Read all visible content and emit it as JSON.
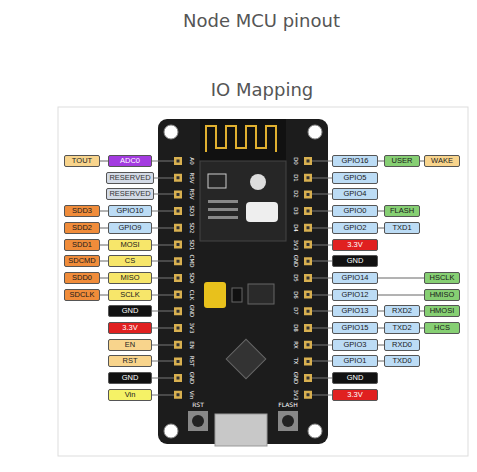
{
  "diagram": {
    "title": "Node MCU pinout",
    "nodes": [
      {
        "text": [
          "TOUT"
        ]
      },
      {
        "text": [
          "ADC0"
        ]
      },
      {
        "text": [
          "RESERVED"
        ]
      },
      {
        "text": [
          "RESERVED"
        ]
      },
      {
        "text": [
          "SDD3"
        ]
      },
      {
        "text": [
          "GPIO10"
        ]
      },
      {
        "text": [
          "SDD2"
        ]
      },
      {
        "text": [
          "GPIO9"
        ]
      },
      {
        "text": [
          "SDD1"
        ]
      },
      {
        "text": [
          "MOSI"
        ]
      },
      {
        "text": [
          "SDCMD"
        ]
      },
      {
        "text": [
          "CS"
        ]
      },
      {
        "text": [
          "SDD0"
        ]
      },
      {
        "text": [
          "MISO"
        ]
      },
      {
        "text": [
          "SDCLK"
        ]
      },
      {
        "text": [
          "SCLK"
        ]
      },
      {
        "text": [
          "GND"
        ]
      },
      {
        "text": [
          "3.3V"
        ]
      },
      {
        "text": [
          "EN"
        ]
      },
      {
        "text": [
          "RST"
        ]
      },
      {
        "text": [
          "GND"
        ]
      },
      {
        "text": [
          "Vin"
        ]
      },
      {
        "text": [
          "GPIO16"
        ]
      },
      {
        "text": [
          "USER"
        ]
      },
      {
        "text": [
          "WAKE"
        ]
      },
      {
        "text": [
          "GPIO5"
        ]
      },
      {
        "text": [
          "GPIO4"
        ]
      },
      {
        "text": [
          "GPIO0"
        ]
      },
      {
        "text": [
          "FLASH"
        ]
      },
      {
        "text": [
          "GPIO2"
        ]
      },
      {
        "text": [
          "TXD1"
        ]
      },
      {
        "text": [
          "3.3V"
        ]
      },
      {
        "text": [
          "GND"
        ]
      },
      {
        "text": [
          "GPIO14"
        ]
      },
      {
        "text": [
          "HSCLK"
        ]
      },
      {
        "text": [
          "GPIO12"
        ]
      },
      {
        "text": [
          "HMISO"
        ]
      },
      {
        "text": [
          "GPIO13"
        ]
      },
      {
        "text": [
          "RXD2"
        ]
      },
      {
        "text": [
          "HMOSI"
        ]
      },
      {
        "text": [
          "GPIO15"
        ]
      },
      {
        "text": [
          "TXD2"
        ]
      },
      {
        "text": [
          "HCS"
        ]
      },
      {
        "text": [
          "GPIO3"
        ]
      },
      {
        "text": [
          "RXD0"
        ]
      },
      {
        "text": [
          "GPIO1"
        ]
      },
      {
        "text": [
          "TXD0"
        ]
      },
      {
        "text": [
          "GND"
        ]
      },
      {
        "text": [
          "3.3V"
        ]
      }
    ],
    "edges": [
      {
        "from": 0,
        "to": 1,
        "arrow": "none"
      },
      {
        "from": 4,
        "to": 5,
        "arrow": "none"
      },
      {
        "from": 6,
        "to": 7,
        "arrow": "none"
      },
      {
        "from": 8,
        "to": 9,
        "arrow": "none"
      },
      {
        "from": 10,
        "to": 11,
        "arrow": "none"
      },
      {
        "from": 12,
        "to": 13,
        "arrow": "none"
      },
      {
        "from": 14,
        "to": 15,
        "arrow": "none"
      },
      {
        "from": 22,
        "to": 23,
        "arrow": "none"
      },
      {
        "from": 23,
        "to": 24,
        "arrow": "none"
      },
      {
        "from": 27,
        "to": 28,
        "arrow": "none"
      },
      {
        "from": 29,
        "to": 30,
        "arrow": "none"
      },
      {
        "from": 33,
        "to": 34,
        "arrow": "none"
      },
      {
        "from": 35,
        "to": 36,
        "arrow": "none"
      },
      {
        "from": 37,
        "to": 38,
        "arrow": "none"
      },
      {
        "from": 38,
        "to": 39,
        "arrow": "none"
      },
      {
        "from": 40,
        "to": 41,
        "arrow": "none"
      },
      {
        "from": 41,
        "to": 42,
        "arrow": "none"
      },
      {
        "from": 43,
        "to": 44,
        "arrow": "none"
      },
      {
        "from": 45,
        "to": 46,
        "arrow": "none"
      }
    ],
    "labels": [
      "IO Mapping",
      "RST",
      "FLASH",
      "A0",
      "RSV",
      "RSV",
      "SD3",
      "SD2",
      "SD1",
      "CMD",
      "SD0",
      "CLK",
      "GND",
      "3V3",
      "EN",
      "RST",
      "GND",
      "Vin",
      "D0",
      "D1",
      "D2",
      "D3",
      "D4",
      "3V3",
      "GND",
      "D5",
      "D6",
      "D7",
      "D8",
      "RX",
      "TX",
      "GND",
      "3V3"
    ]
  }
}
